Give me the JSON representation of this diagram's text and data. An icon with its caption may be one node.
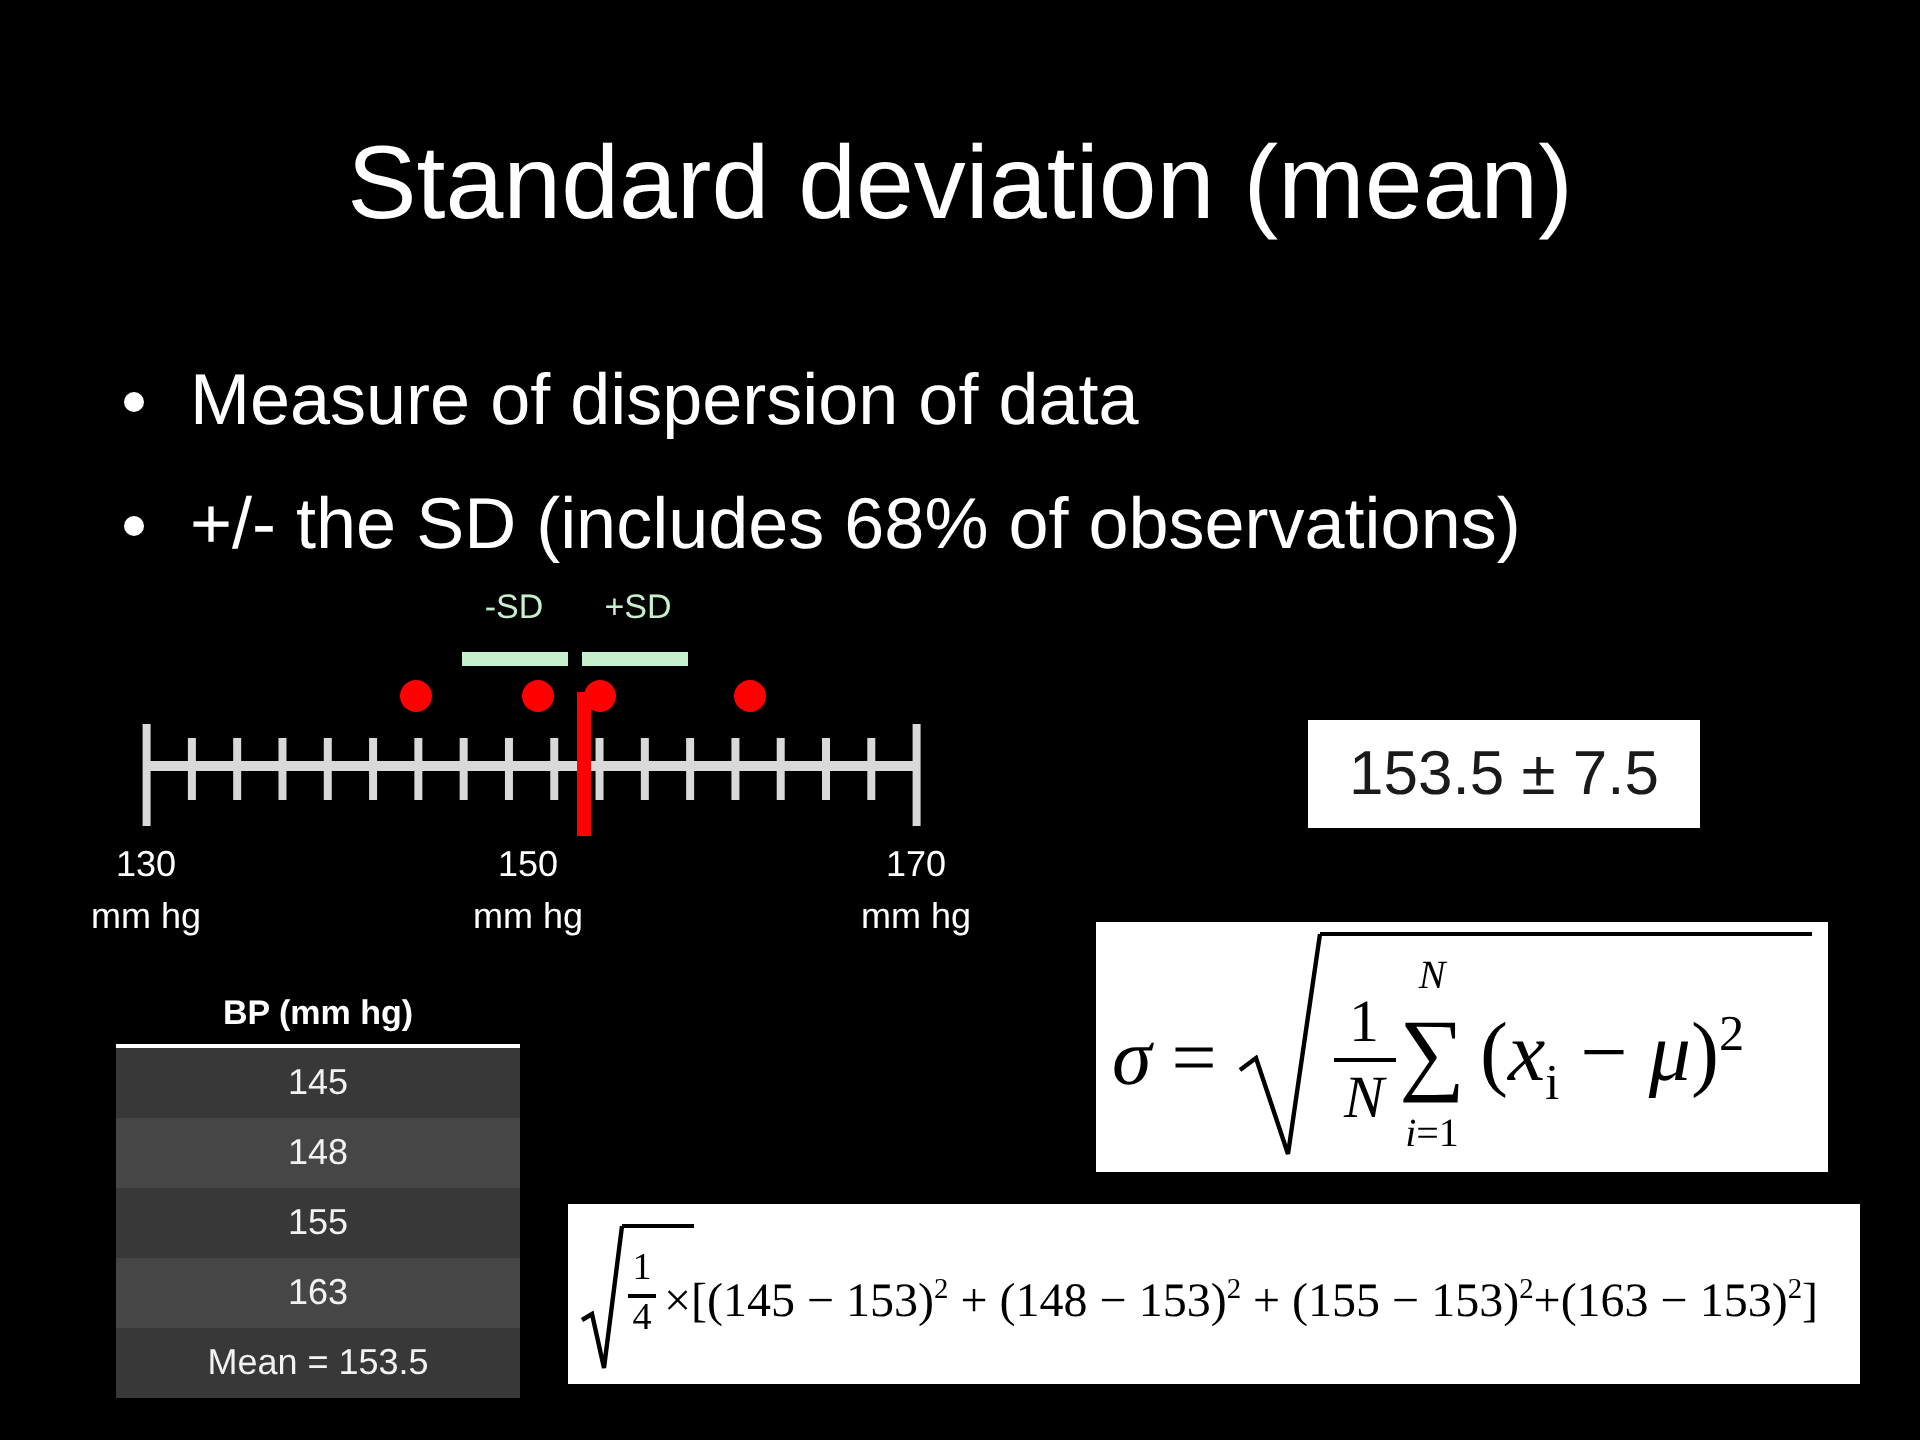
{
  "diagram": {
    "title": "Standard deviation (mean)",
    "labels": [
      "Measure of dispersion of data",
      "+/- the SD (includes 68% of observations)",
      "-SD",
      "+SD",
      "153.5 ± 7.5",
      "130 mm hg",
      "150 mm hg",
      "170 mm hg",
      "*σ* =",
      "1",
      "N",
      "N",
      "∑",
      "*i*=1",
      "(*x*$_{i}$ − *μ*)$^{2}$",
      "BP (mm hg)",
      "145",
      "148",
      "155",
      "163",
      "Mean = 153.5",
      "1",
      "4",
      "×[(145 − 153)$^{2}$ + (148 − 153)$^{2}$ + (155 − 153)$^{2}$+(163 − 153)$^{2}$]"
    ]
  }
}
